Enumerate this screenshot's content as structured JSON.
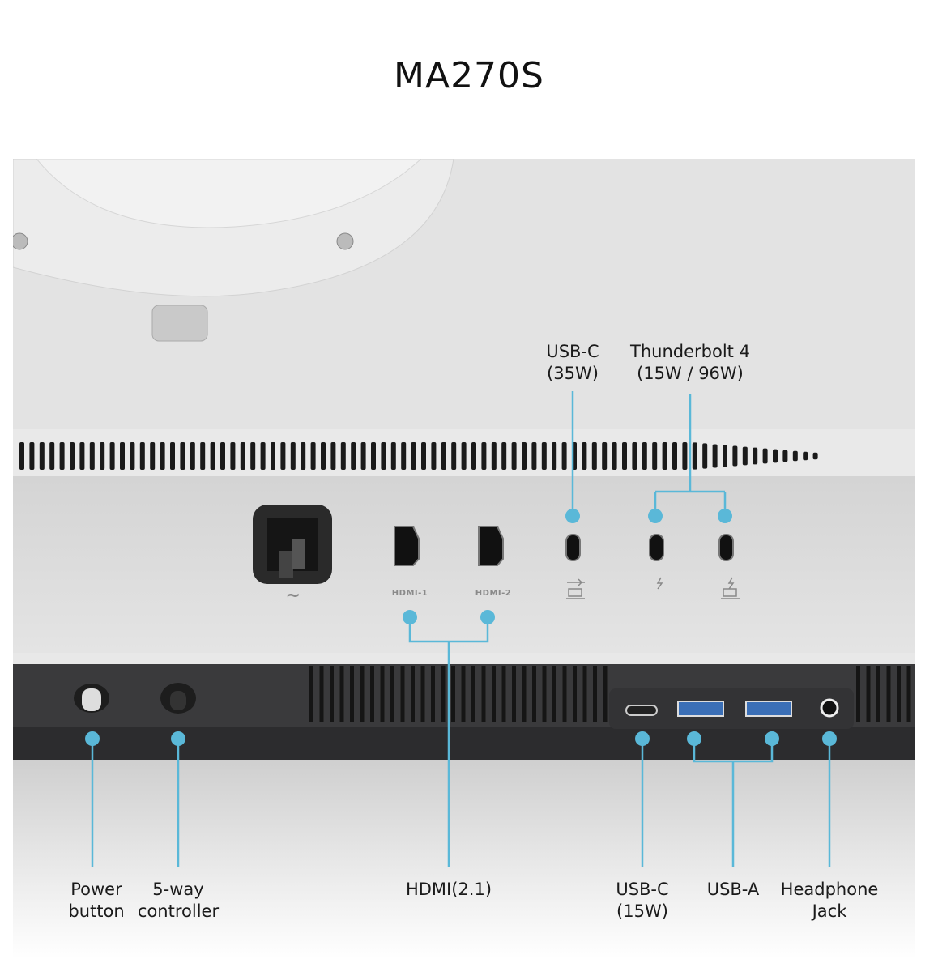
{
  "title": "MA270S",
  "accent_color": "#5ab8d8",
  "port_markings": {
    "hdmi1": "HDMI-1",
    "hdmi2": "HDMI-2",
    "ac": "~"
  },
  "callouts": {
    "usb_c_35w": {
      "line1": "USB-C",
      "line2": "(35W)"
    },
    "thunderbolt": {
      "line1": "Thunderbolt 4",
      "line2": "(15W / 96W)"
    },
    "power": {
      "line1": "Power",
      "line2": "button"
    },
    "five_way": {
      "line1": "5-way",
      "line2": "controller"
    },
    "hdmi": {
      "line1": "HDMI(2.1)"
    },
    "usb_c_15w": {
      "line1": "USB-C",
      "line2": "(15W)"
    },
    "usb_a": {
      "line1": "USB-A"
    },
    "headphone": {
      "line1": "Headphone",
      "line2": "Jack"
    }
  }
}
